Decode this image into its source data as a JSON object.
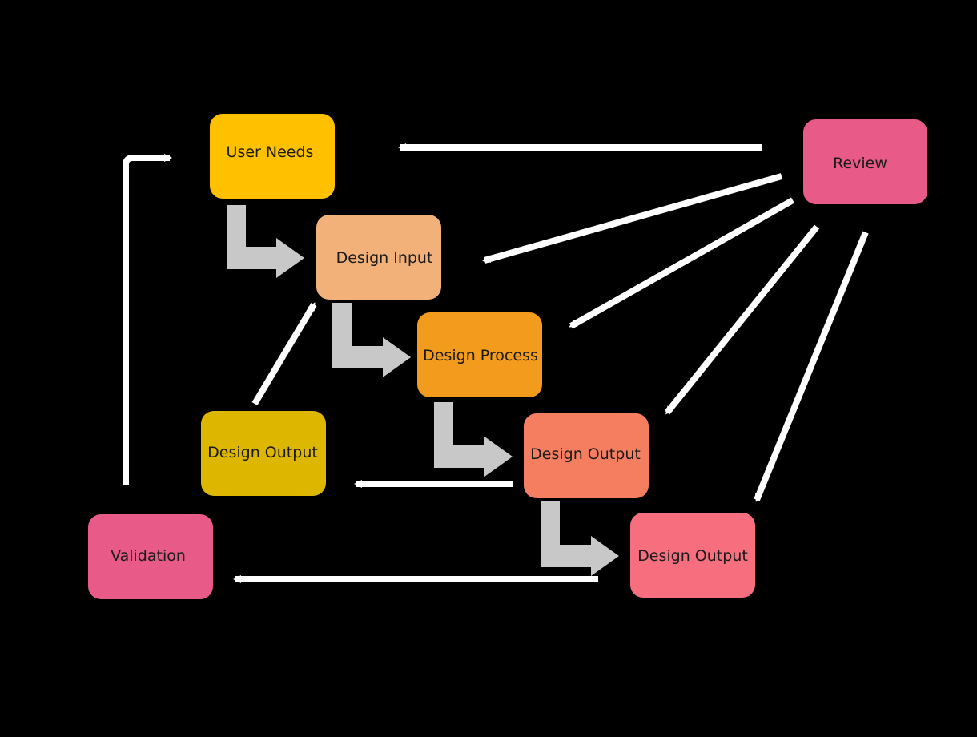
{
  "nodes": {
    "user_needs": {
      "label": "User Needs",
      "color": "#FFC000"
    },
    "design_input": {
      "label": "Design Input",
      "color": "#F2B179"
    },
    "design_process": {
      "label": "Design Process",
      "color": "#F29B1D"
    },
    "design_output_a": {
      "label": "Design Output",
      "color": "#DDB600"
    },
    "design_output_b": {
      "label": "Design Output",
      "color": "#F47E5F"
    },
    "design_output_c": {
      "label": "Design Output",
      "color": "#F76F7F"
    },
    "validation": {
      "label": "Validation",
      "color": "#E85A87"
    },
    "review": {
      "label": "Review",
      "color": "#E85A87"
    }
  },
  "colors": {
    "background": "#000000",
    "arrow": "#FFFFFF",
    "step_arrow": "#C8C8C8"
  }
}
